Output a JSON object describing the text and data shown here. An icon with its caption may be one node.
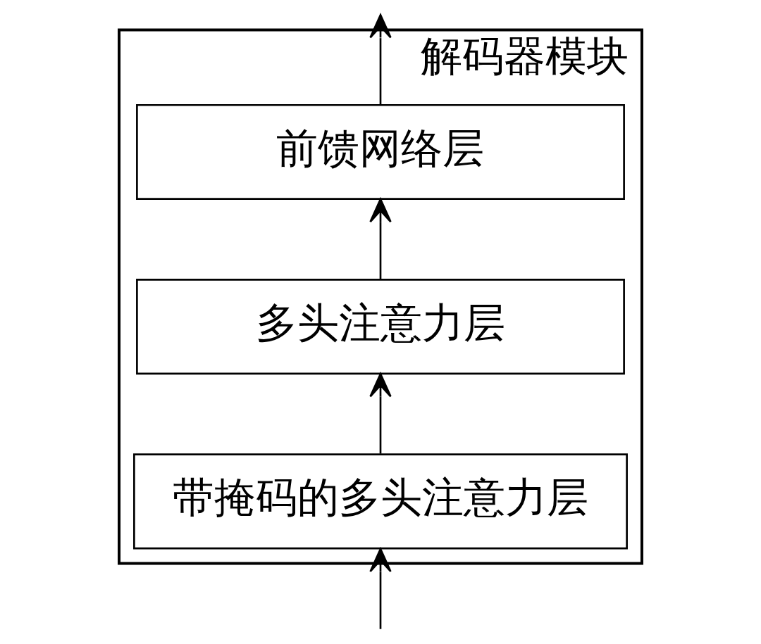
{
  "diagram": {
    "nodes": [
      {
        "text": [
          "解码器模块"
        ]
      },
      {
        "text": [
          "前馈网络层"
        ],
        "in": 0
      },
      {
        "text": [
          "多头注意力层"
        ],
        "in": 0
      },
      {
        "text": [
          "带掩码的多头注意力层"
        ],
        "in": 0
      }
    ],
    "edges": [
      {
        "from": null,
        "to": 3,
        "arrow": "to"
      },
      {
        "from": 3,
        "to": 2,
        "arrow": "to"
      },
      {
        "from": 2,
        "to": 1,
        "arrow": "to"
      },
      {
        "from": 1,
        "to": null,
        "arrow": "to"
      }
    ]
  }
}
